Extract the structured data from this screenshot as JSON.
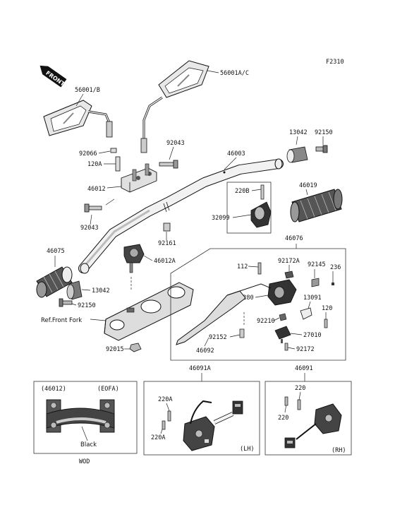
{
  "figure_code": "F2310",
  "front_label": "FRONT",
  "labels": {
    "p56001b": "56001/B",
    "p56001ac": "56001A/C",
    "p92066": "92066",
    "p120a": "120A",
    "p92043_top": "92043",
    "p46003": "46003",
    "p13042_top": "13042",
    "p92150_top": "92150",
    "p46012": "46012",
    "p220b": "220B",
    "p46019": "46019",
    "p92043_mid": "92043",
    "p32099": "32099",
    "p46076": "46076",
    "p92161": "92161",
    "p46075": "46075",
    "p46012a": "46012A",
    "p112": "112",
    "p92172a": "92172A",
    "p92145": "92145",
    "p236": "236",
    "p13042_bot": "13042",
    "p13280": "13280",
    "p13091": "13091",
    "p92150_bot": "92150",
    "p120": "120",
    "ref_front_fork": "Ref.Front Fork",
    "p92210": "92210",
    "p92152": "92152",
    "p27010": "27010",
    "p46092": "46092",
    "p92172": "92172",
    "p92015": "92015",
    "p46091a": "46091A",
    "p46091": "46091"
  },
  "inset_wod": {
    "header_left": "(46012)",
    "header_right": "(EOFA)",
    "note": "Black",
    "caption": "WOD"
  },
  "inset_lh": {
    "p220a_top": "220A",
    "p220a_bot": "220A",
    "side": "(LH)"
  },
  "inset_rh": {
    "p220_top": "220",
    "p220_bot": "220",
    "side": "(RH)"
  }
}
